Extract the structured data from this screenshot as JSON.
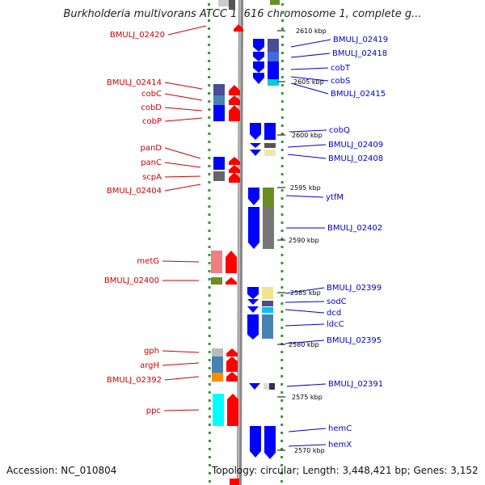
{
  "title": "Burkholderia multivorans ATCC 17616 chromosome 1, complete g...",
  "accession": "Accession: NC_010804",
  "stats": "Topology: circular; Length: 3,448,421 bp; Genes: 3,152",
  "kbp_labels": [
    "2610 kbp",
    "2605 kbp",
    "2600 kbp",
    "2595 kbp",
    "2590 kbp",
    "2585 kbp",
    "2580 kbp",
    "2575 kbp",
    "2570 kbp"
  ],
  "left_genes": [
    "BMULJ_02420",
    "BMULJ_02414",
    "cobC",
    "cobD",
    "cobP",
    "panD",
    "panC",
    "scpA",
    "BMULJ_02404",
    "metG",
    "BMULJ_02400",
    "gph",
    "argH",
    "BMULJ_02392",
    "ppc"
  ],
  "right_genes": [
    "BMULJ_02419",
    "BMULJ_02418",
    "cobT",
    "cobS",
    "BMULJ_02415",
    "cobQ",
    "BMULJ_02409",
    "BMULJ_02408",
    "ytfM",
    "BMULJ_02402",
    "BMULJ_02399",
    "sodC",
    "dcd",
    "ldcC",
    "BMULJ_02395",
    "BMULJ_02391",
    "hemC",
    "hemX"
  ],
  "colors": {
    "left_label": "#cc0000",
    "right_label": "#0000cc",
    "backbone": "#999999",
    "tick": "#339933"
  }
}
